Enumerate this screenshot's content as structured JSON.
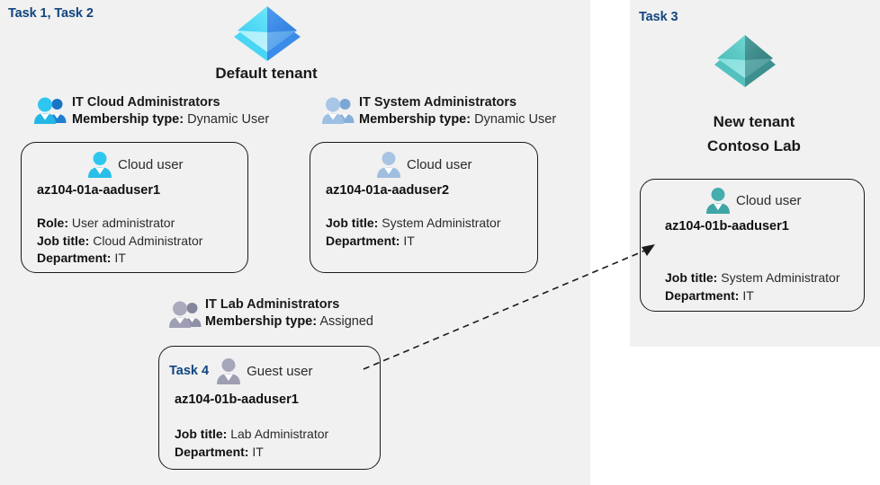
{
  "colors": {
    "panel_bg": "#f1f1f1",
    "page_bg": "#ffffff",
    "task_blue": "#10457f",
    "card_border": "#1a1a1a",
    "tenant_default_light": "#4fd8f7",
    "tenant_default_dark": "#3a8dea",
    "tenant_new_light": "#59c6c3",
    "tenant_new_dark": "#3c8b8b",
    "group_icon_bright": "#17a3e0",
    "group_icon_muted": "#8fb4dd",
    "group_icon_gray": "#9a9aae",
    "user_icon_cyan": "#2ec7ef",
    "user_icon_blue_gray": "#a8c4e3",
    "user_icon_teal": "#46adad",
    "user_icon_gray": "#a0a0b4",
    "arrow": "#1a1a1a"
  },
  "panels": {
    "left": {
      "task_label": "Task 1, Task 2"
    },
    "right": {
      "task_label": "Task 3"
    }
  },
  "tenants": [
    {
      "id": "default-tenant",
      "icon": "azure-ad-tenant-icon",
      "title_lines": [
        "Default tenant"
      ]
    },
    {
      "id": "new-tenant",
      "icon": "azure-ad-tenant-icon",
      "title_lines": [
        "New  tenant",
        "Contoso Lab"
      ]
    }
  ],
  "groups": [
    {
      "id": "it-cloud-administrators",
      "icon": "group-users-icon",
      "name": "IT Cloud Administrators",
      "membership_label": "Membership type:",
      "membership_value": "Dynamic User"
    },
    {
      "id": "it-system-administrators",
      "icon": "group-users-icon",
      "name": "IT System Administrators",
      "membership_label": "Membership type:",
      "membership_value": "Dynamic User"
    },
    {
      "id": "it-lab-administrators",
      "icon": "group-users-icon",
      "name": "IT Lab Administrators",
      "membership_label": "Membership type:",
      "membership_value": "Assigned"
    }
  ],
  "user_cards": [
    {
      "id": "card-aaduser1",
      "task_inline": "",
      "user_type": "Cloud user",
      "icon": "cloud-user-icon",
      "username": "az104-01a-aaduser1",
      "attributes": [
        {
          "label": "Role:",
          "value": "User administrator"
        },
        {
          "label": "Job title:",
          "value": "Cloud Administrator"
        },
        {
          "label": "Department:",
          "value": "IT"
        }
      ]
    },
    {
      "id": "card-aaduser2",
      "task_inline": "",
      "user_type": "Cloud user",
      "icon": "cloud-user-icon",
      "username": "az104-01a-aaduser2",
      "attributes": [
        {
          "label": "Job title:",
          "value": "System Administrator"
        },
        {
          "label": "Department:",
          "value": "IT"
        }
      ]
    },
    {
      "id": "card-guest-aaduser1",
      "task_inline": "Task 4",
      "user_type": "Guest user",
      "icon": "guest-user-icon",
      "username": "az104-01b-aaduser1",
      "attributes": [
        {
          "label": "Job title:",
          "value": "Lab Administrator"
        },
        {
          "label": "Department:",
          "value": "IT"
        }
      ]
    },
    {
      "id": "card-b-aaduser1",
      "task_inline": "",
      "user_type": "Cloud user",
      "icon": "cloud-user-icon",
      "username": "az104-01b-aaduser1",
      "attributes": [
        {
          "label": "Job title:",
          "value": "System Administrator"
        },
        {
          "label": "Department:",
          "value": "IT"
        }
      ]
    }
  ],
  "connector": {
    "id": "guest-invite-arrow",
    "style": "dashed",
    "from": "card-guest-aaduser1",
    "to": "card-b-aaduser1"
  }
}
